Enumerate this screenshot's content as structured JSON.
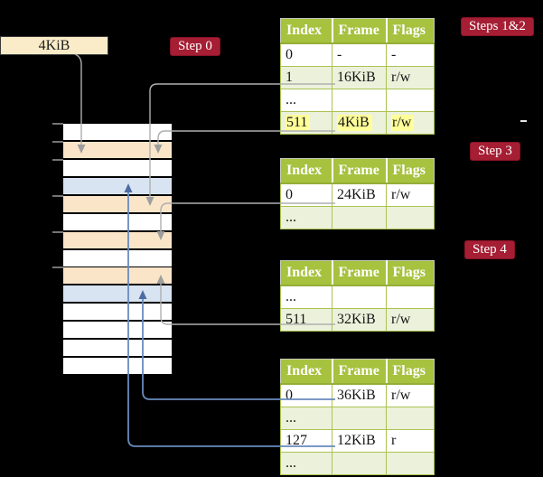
{
  "diagram": {
    "page_size_box_label": "4KiB",
    "badges": {
      "step0": "Step 0",
      "steps12": "Steps 1&2",
      "step3": "Step 3",
      "step4": "Step 4"
    }
  },
  "memory_stack": {
    "row_colors": [
      "white",
      "peach",
      "white",
      "blue",
      "peach",
      "white",
      "peach",
      "white",
      "peach",
      "blue",
      "white",
      "white",
      "white",
      "white"
    ]
  },
  "page_tables": [
    {
      "name": "page-table-steps-1-2",
      "headers": [
        "Index",
        "Frame",
        "Flags"
      ],
      "rows": [
        {
          "cells": [
            "0",
            "-",
            "-"
          ],
          "shaded": false,
          "highlighted": false
        },
        {
          "cells": [
            "1",
            "16KiB",
            "r/w"
          ],
          "shaded": true,
          "highlighted": false
        },
        {
          "cells": [
            "...",
            "",
            ""
          ],
          "shaded": false,
          "highlighted": false
        },
        {
          "cells": [
            "511",
            "4KiB",
            "r/w"
          ],
          "shaded": true,
          "highlighted": true
        }
      ]
    },
    {
      "name": "page-table-step-3",
      "headers": [
        "Index",
        "Frame",
        "Flags"
      ],
      "rows": [
        {
          "cells": [
            "0",
            "24KiB",
            "r/w"
          ],
          "shaded": false,
          "highlighted": false
        },
        {
          "cells": [
            "...",
            "",
            ""
          ],
          "shaded": true,
          "highlighted": false
        }
      ]
    },
    {
      "name": "page-table-step-4",
      "headers": [
        "Index",
        "Frame",
        "Flags"
      ],
      "rows": [
        {
          "cells": [
            "...",
            "",
            ""
          ],
          "shaded": false,
          "highlighted": false
        },
        {
          "cells": [
            "511",
            "32KiB",
            "r/w"
          ],
          "shaded": true,
          "highlighted": false
        }
      ]
    },
    {
      "name": "page-table-final",
      "headers": [
        "Index",
        "Frame",
        "Flags"
      ],
      "rows": [
        {
          "cells": [
            "0",
            "36KiB",
            "r/w"
          ],
          "shaded": false,
          "highlighted": false
        },
        {
          "cells": [
            "...",
            "",
            ""
          ],
          "shaded": true,
          "highlighted": false
        },
        {
          "cells": [
            "127",
            "12KiB",
            "r"
          ],
          "shaded": false,
          "highlighted": false
        },
        {
          "cells": [
            "...",
            "",
            ""
          ],
          "shaded": true,
          "highlighted": false
        }
      ]
    }
  ],
  "arrows": [
    {
      "name": "arrow-4kib-box-to-frame",
      "color": "gray",
      "from": "page-size-box",
      "to": "stack-row-2"
    },
    {
      "name": "arrow-entry-1-16kib",
      "color": "gray",
      "from": "page-table-steps-1-2 row 1",
      "to": "stack-row-5"
    },
    {
      "name": "arrow-entry-511-4kib",
      "color": "gray",
      "from": "page-table-steps-1-2 row 511",
      "to": "stack-row-2"
    },
    {
      "name": "arrow-entry-0-24kib",
      "color": "gray",
      "from": "page-table-step-3 row 0",
      "to": "stack-row-7"
    },
    {
      "name": "arrow-entry-511-32kib",
      "color": "gray",
      "from": "page-table-step-4 row 511",
      "to": "stack-row-9"
    },
    {
      "name": "arrow-entry-0-36kib",
      "color": "blue",
      "from": "page-table-final row 0",
      "to": "stack-row-10"
    },
    {
      "name": "arrow-entry-127-12kib",
      "color": "blue",
      "from": "page-table-final row 127",
      "to": "stack-row-4"
    }
  ],
  "colors": {
    "background": "#000000",
    "badge_bg": "#A51E33",
    "badge_text": "#FFFFFF",
    "table_header_bg": "#A6C23E",
    "table_header_text": "#FFFFFF",
    "table_shaded_row": "#ECF1DB",
    "table_border": "#ABC351",
    "highlight_yellow": "#FFFF99",
    "frame_peach": "#FBE5C9",
    "frame_blue": "#D8E4F2",
    "box_cream": "#FAECC8",
    "arrow_gray": "#AFAFAF",
    "arrow_blue": "#6A8ABD"
  }
}
